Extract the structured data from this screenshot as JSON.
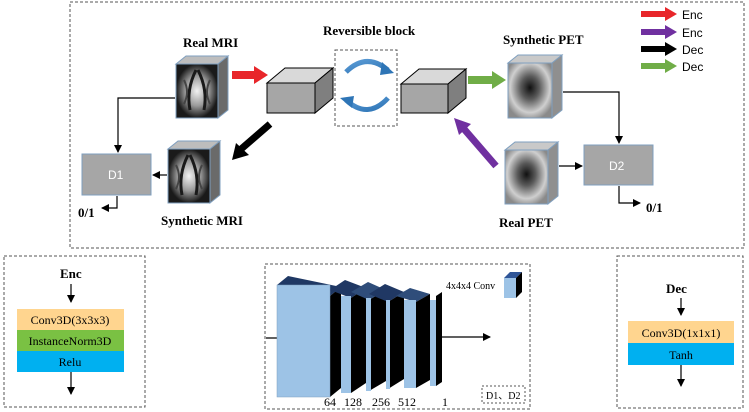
{
  "colors": {
    "enc_red": "#e8262a",
    "enc_purple": "#7030a0",
    "dec_black": "#000000",
    "dec_green": "#70ad47",
    "conv_yellow": "#ffd58f",
    "norm_green": "#7ac143",
    "relu_cyan": "#00b0f0",
    "disc_gray": "#a6a6a6",
    "conv_light": "#9dc3e6",
    "conv_dark": "#203864"
  },
  "legend": [
    {
      "label": "Enc",
      "color": "#e8262a"
    },
    {
      "label": "Enc",
      "color": "#7030a0"
    },
    {
      "label": "Dec",
      "color": "#000000"
    },
    {
      "label": "Dec",
      "color": "#70ad47"
    }
  ],
  "top": {
    "real_mri": "Real MRI",
    "synthetic_mri": "Synthetic MRI",
    "reversible_block": "Reversible block",
    "synthetic_pet": "Synthetic PET",
    "real_pet": "Real PET",
    "d1": "D1",
    "d2": "D2",
    "out_left": "0/1",
    "out_right": "0/1"
  },
  "enc_panel": {
    "title": "Enc",
    "layers": [
      "Conv3D(3x3x3)",
      "InstanceNorm3D",
      "Relu"
    ]
  },
  "disc_panel": {
    "conv_label": "4x4x4 Conv",
    "channels": [
      "64",
      "128",
      "256",
      "512",
      "1"
    ],
    "footer": "D1、D2"
  },
  "dec_panel": {
    "title": "Dec",
    "layers": [
      "Conv3D(1x1x1)",
      "Tanh"
    ]
  },
  "icons": {
    "mri_volume": "brain-mri-cube-icon",
    "pet_volume": "brain-pet-cube-icon",
    "block": "3d-block-icon",
    "cycle": "circular-arrows-icon"
  }
}
